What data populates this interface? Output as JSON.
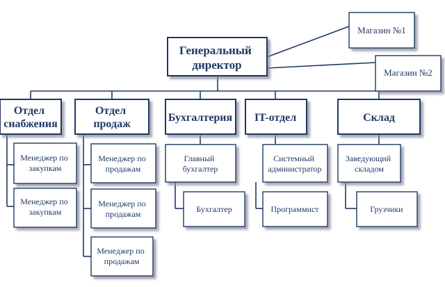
{
  "colors": {
    "stroke": "#1f3864",
    "text": "#1f3864",
    "shadow": "#8a8aa0"
  },
  "diagram": {
    "director": "Генеральный директор",
    "stores": [
      "Магазин №1",
      "Магазин №2"
    ],
    "departments": [
      {
        "name": "Отдел снабжения",
        "staff": [
          "Менеджер по закупкам",
          "Менеджер по закупкам"
        ]
      },
      {
        "name": "Отдел продаж",
        "staff": [
          "Менеджер по продажам",
          "Менеджер по продажам",
          "Менеджер по продажам"
        ]
      },
      {
        "name": "Бухгалтерия",
        "staff": [
          "Главный бухгалтер",
          "Бухгалтер"
        ]
      },
      {
        "name": "IT-отдел",
        "staff": [
          "Системный администратор",
          "Программист"
        ]
      },
      {
        "name": "Склад",
        "staff": [
          "Заведующий складом",
          "Грузчики"
        ]
      }
    ]
  }
}
